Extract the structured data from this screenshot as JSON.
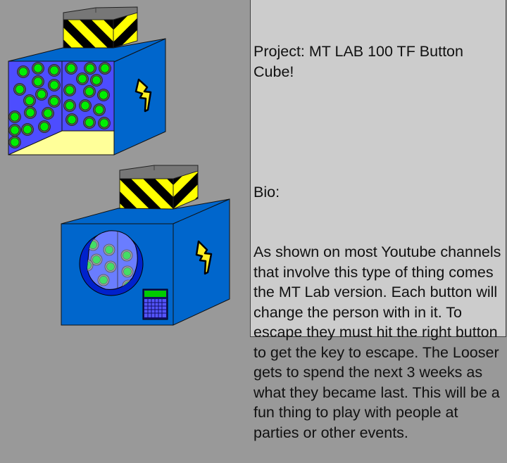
{
  "project": {
    "title": "Project: MT LAB 100 TF Button Cube!",
    "bio_label": "Bio:",
    "bio_text": "As shown on most Youtube channels that involve this type of thing comes the MT Lab version. Each button will change the person with in it. To escape they must hit the right button to get the key to escape. The Looser gets to spend the next 3 weeks as what they became last. This will be a fun thing to play with people at parties or other events."
  },
  "colors": {
    "background": "#999999",
    "panel": "#cccccc",
    "cube_blue": "#0066cc",
    "interior_blue": "#4d4dff",
    "floor_yellow": "#ffff99",
    "button_green": "#00ee00",
    "hazard_yellow": "#ffff00",
    "lid_gray": "#777777",
    "keypad_screen": "#00cc00"
  },
  "illustrations": [
    {
      "name": "open-cube",
      "description": "Open-front button cube showing green buttons inside"
    },
    {
      "name": "closed-cube",
      "description": "Closed button cube with porthole window and keypad"
    }
  ]
}
